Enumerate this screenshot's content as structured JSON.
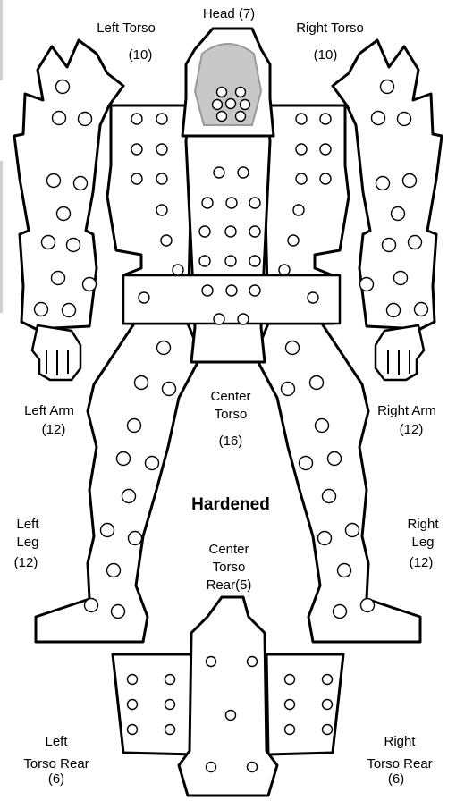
{
  "armor_type": "Hardened",
  "locations": {
    "head": {
      "name": "Head",
      "points": "(7)"
    },
    "left_torso": {
      "name": "Left Torso",
      "points": "(10)"
    },
    "right_torso": {
      "name": "Right Torso",
      "points": "(10)"
    },
    "left_arm": {
      "name": "Left Arm",
      "points": "(12)"
    },
    "right_arm": {
      "name": "Right Arm",
      "points": "(12)"
    },
    "center_torso": {
      "name1": "Center",
      "name2": "Torso",
      "points": "(16)"
    },
    "left_leg": {
      "name1": "Left",
      "name2": "Leg",
      "points": "(12)"
    },
    "right_leg": {
      "name1": "Right",
      "name2": "Leg",
      "points": "(12)"
    },
    "center_torso_rear": {
      "name1": "Center",
      "name2": "Torso",
      "name3": "Rear",
      "points": "(5)"
    },
    "left_torso_rear": {
      "name1": "Left",
      "name2": "Torso Rear",
      "points": "(6)"
    },
    "right_torso_rear": {
      "name1": "Right",
      "name2": "Torso Rear",
      "points": "(6)"
    }
  }
}
